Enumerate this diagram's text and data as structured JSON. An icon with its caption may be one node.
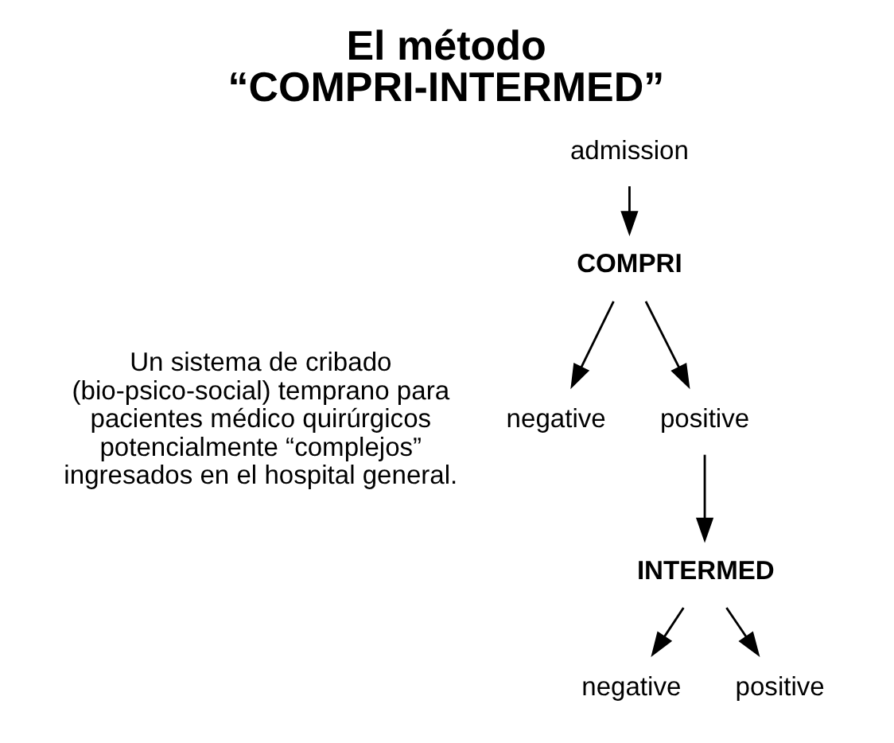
{
  "diagram": {
    "title": "El método “COMPRI-INTERMED”",
    "nodes": [
      {
        "text": [
          "admission"
        ]
      },
      {
        "text": [
          "COMPRI"
        ]
      },
      {
        "text": [
          "negative"
        ]
      },
      {
        "text": [
          "positive"
        ]
      },
      {
        "text": [
          "INTERMED"
        ]
      },
      {
        "text": [
          "negative"
        ]
      },
      {
        "text": [
          "positive"
        ]
      }
    ],
    "edges": [
      {
        "from": 0,
        "to": 1,
        "arrow": "to"
      },
      {
        "from": 1,
        "to": 2,
        "arrow": "to"
      },
      {
        "from": 1,
        "to": 3,
        "arrow": "to"
      },
      {
        "from": 3,
        "to": 4,
        "arrow": "to"
      },
      {
        "from": 4,
        "to": 5,
        "arrow": "to"
      },
      {
        "from": 4,
        "to": 6,
        "arrow": "to"
      }
    ],
    "labels": [
      "Un sistema de cribado (bio-psico-social) temprano para pacientes médico quirúrgicos potencialmente “complejos” ingresados en el hospital general."
    ]
  }
}
